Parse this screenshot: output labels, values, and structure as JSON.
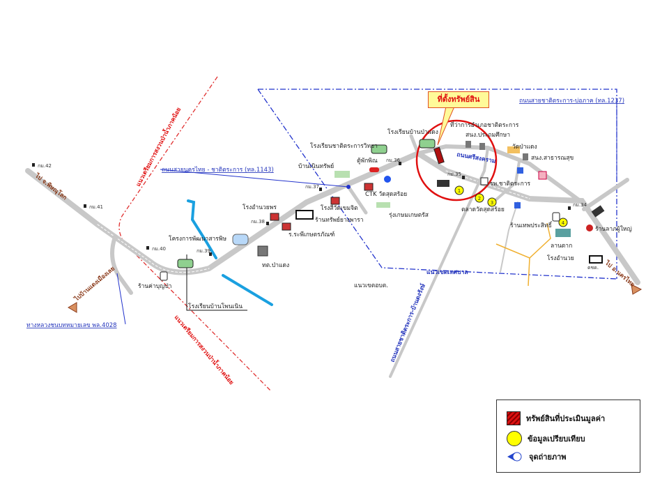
{
  "callout": {
    "text": "ที่ตั้งทรัพย์สิน",
    "colors": {
      "fill": "#fffa99",
      "border": "#e05020",
      "text": "#e01010"
    }
  },
  "roads": {
    "hwy1143": "ถนนสายนครไทย - ชาติตระการ (ทล.1143)",
    "hwy1237": "ถนนสายชาติตระการ-บ่อภาค (ทล.1237)",
    "hwy4028": "ทางหลวงชนบทหมายเลข พล.4028",
    "to_bantong": "ถนนสายชาติตระการ-บ้านดงรังษ์",
    "local_road": "ถนนศรีสงคราม",
    "to_nakhonthai": "ไป อ.นครไทย",
    "to_pattana": "ไป จ.พิษณุโลก",
    "to_baanmuang": "ไปบ้านแดงเมืองเลย"
  },
  "boundaries": {
    "conservation_upper": "แนวเตรียมการสงวนป่าน้ำภาคน้อย",
    "conservation_lower": "แนวเตรียมการสงวนป่าน้ำภาคน้อย",
    "municipal": "แนวเขตเทศบาล",
    "tambon": "แนวเขตอบต."
  },
  "km_markers": [
    "กม.42",
    "กม.41",
    "กม.40",
    "กม.39",
    "กม.38",
    "กม.37",
    "กม.36",
    "กม.35",
    "กม.34"
  ],
  "places": {
    "school_ban_pa_daeng": "โรงเรียนบ้านป่าแดง",
    "school_chat_trakan": "โรงเรียนชาติตระการวิทยา",
    "district_office": "ที่ว่าการอำเภอชาติตระการ",
    "primary_edu": "สนง.ประถมศึกษา",
    "wat_pa_daeng": "วัดป่าแดง",
    "health_office": "สนง.สาธารณสุข",
    "ban_noen_sap": "บ้านเนินทรัพย์",
    "police_box": "ตู้พักพิณ",
    "hospital": "รพ.ชาติตระการ",
    "ctk": "CTK วัดสุดสร้อย",
    "rung_kasem": "รุ่งเกษมเกษตรัส",
    "rice_mill_ta": "โรงสีวัดเขมจิต",
    "rice_mill_pa": "โรงอำนวยพร",
    "rubber_shop": "ร้านทรัพย์ยางพารา",
    "chem_store": "ร.ระพีเกษตรภัณฑ์",
    "tessaban": "ทต.ป่าแดง",
    "royal_project": "โครงการพัฒนาสารพิษ",
    "restaurant": "ร้านค่าบุญป่า",
    "school_banthong": "โรงเรียนบ้านโพนเนิน",
    "market": "ตลาดวัดสุดสร้อย",
    "tep_prasit": "ร้านเทพประสิทธิ์",
    "drying_yard": "ลานตาก",
    "rice_mill_east": "โรงอำนวย",
    "shop_east": "ร้านลาภผู้ใหญ่",
    "bank": "ตชด."
  },
  "comparables": [
    "1",
    "2",
    "3",
    "4"
  ],
  "legend": {
    "items": [
      {
        "icon": "subject-property-icon",
        "label": "ทรัพย์สินที่ประเมินมูลค่า",
        "color": "#dd1111"
      },
      {
        "icon": "comparable-data-icon",
        "label": "ข้อมูลเปรียบเทียบ",
        "color": "#ffff00"
      },
      {
        "icon": "photo-point-icon",
        "label": "จุดถ่ายภาพ",
        "color": "#2244cc"
      }
    ]
  },
  "colors": {
    "road": "#c8c8c8",
    "river": "#1aa0e0",
    "boundary_red": "#e03030",
    "boundary_blue": "#2233cc",
    "highlight_circle": "#e01010",
    "orange_path": "#f0b030"
  }
}
